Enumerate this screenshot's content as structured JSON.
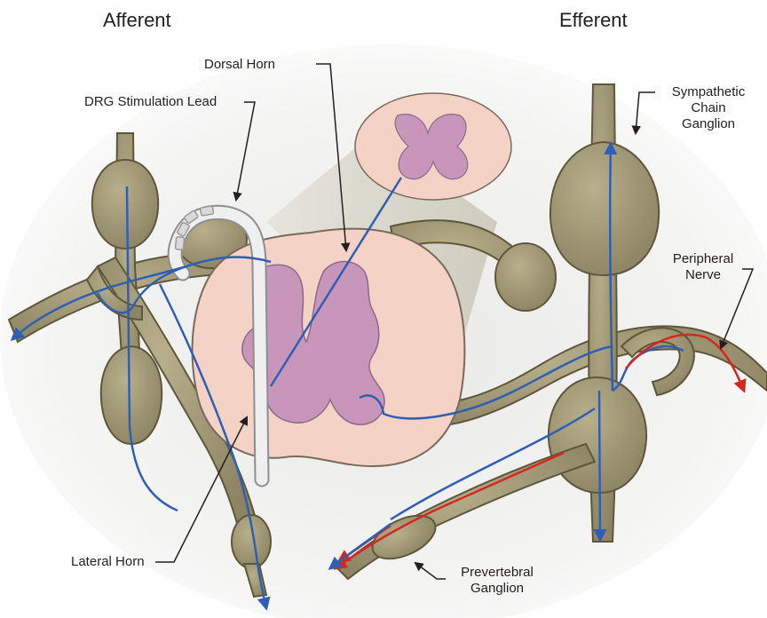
{
  "headings": {
    "left": "Afferent",
    "right": "Efferent"
  },
  "labels": {
    "dorsal_horn": "Dorsal Horn",
    "drg_lead": "DRG Stimulation Lead",
    "sympathetic_chain": [
      "Sympathetic",
      "Chain",
      "Ganglion"
    ],
    "peripheral_nerve": [
      "Peripheral",
      "Nerve"
    ],
    "lateral_horn": "Lateral Horn",
    "prevertebral": [
      "Prevertebral",
      "Ganglion"
    ]
  },
  "colors": {
    "nerve_fill": "#9c946f",
    "nerve_stroke": "#5f573b",
    "cord_white_matter": "#f4d2c6",
    "cord_gray_matter": "#c996bb",
    "afferent_fiber": "#2f5fb5",
    "efferent_fiber": "#d7261e",
    "lead": "#e6e6e6",
    "label_text": "#231f20"
  }
}
